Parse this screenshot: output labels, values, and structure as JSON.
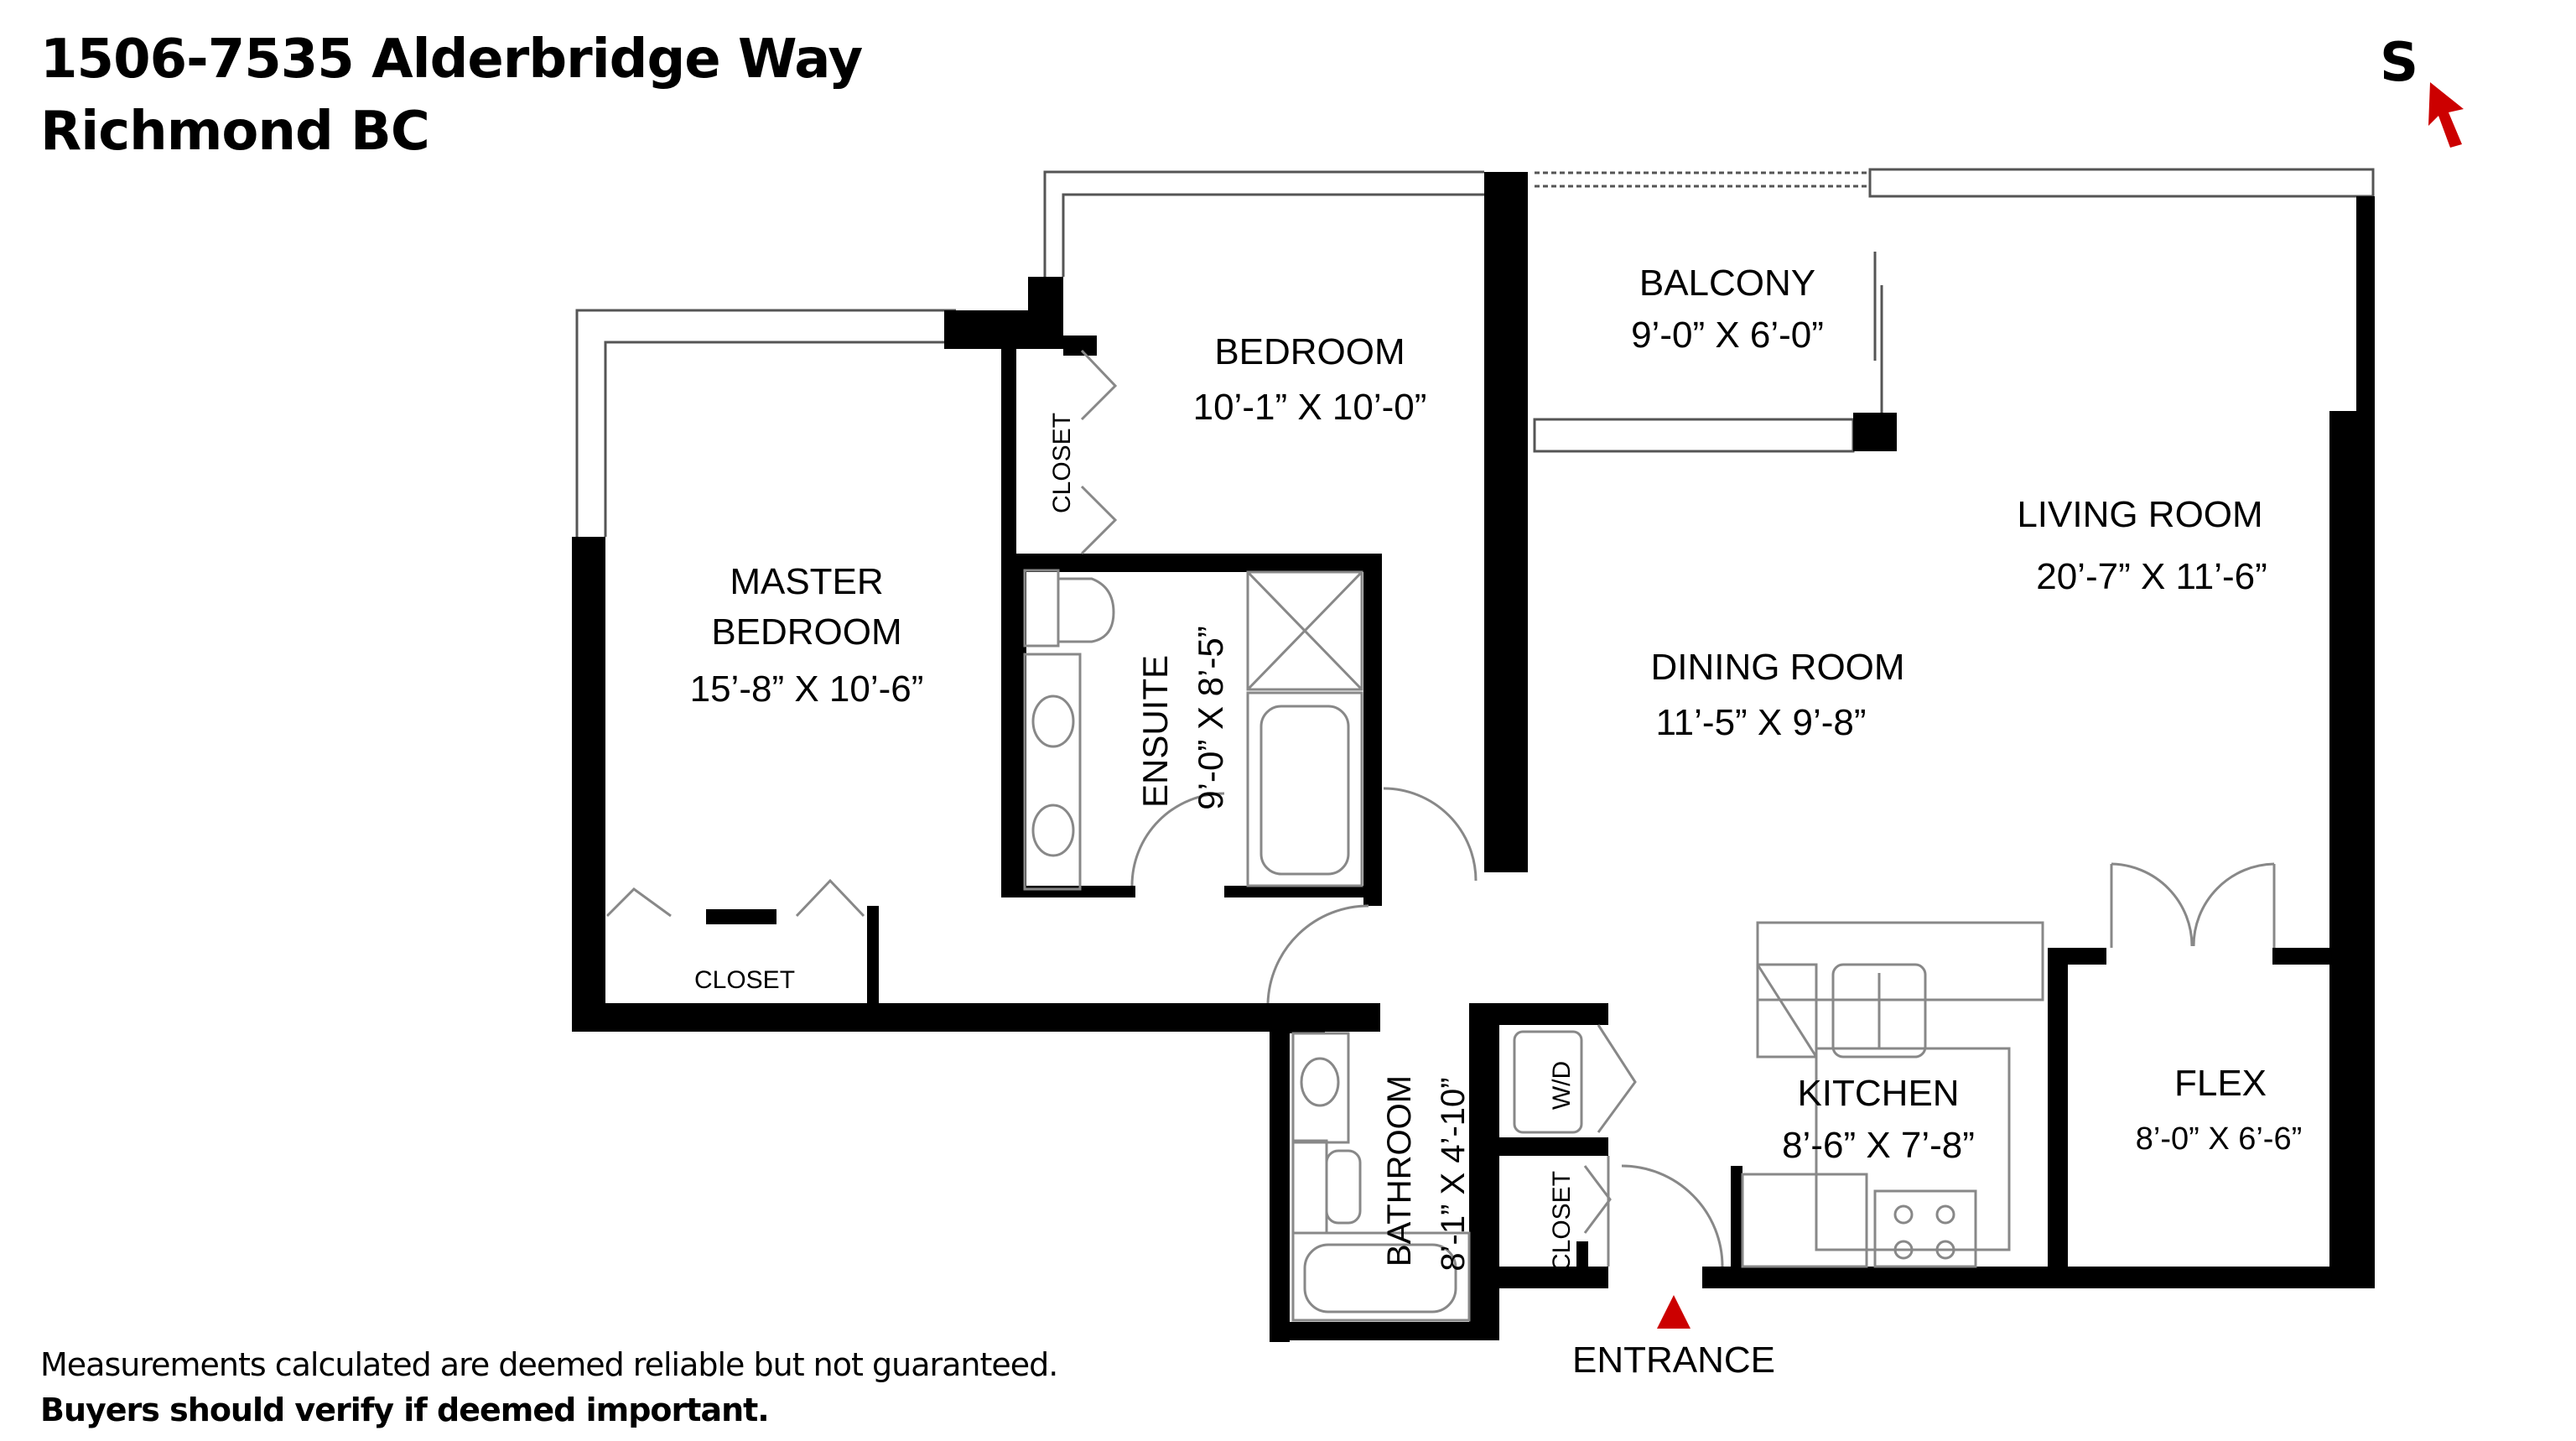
{
  "header": {
    "address_line1": "1506-7535 Alderbridge Way",
    "address_line2": "Richmond BC"
  },
  "compass": {
    "letter": "S",
    "arrow_color": "#cc0000"
  },
  "rooms": {
    "balcony": {
      "name": "BALCONY",
      "dims": "9’-0” X 6’-0”"
    },
    "bedroom": {
      "name": "BEDROOM",
      "dims": "10’-1” X 10’-0”"
    },
    "bedroom_closet": {
      "name": "CLOSET"
    },
    "master_bedroom": {
      "name_line1": "MASTER",
      "name_line2": "BEDROOM",
      "dims": "15’-8” X 10’-6”"
    },
    "master_closet": {
      "name": "CLOSET"
    },
    "ensuite": {
      "name": "ENSUITE",
      "dims": "9’-0” X 8’-5”"
    },
    "living_room": {
      "name": "LIVING ROOM",
      "dims": "20’-7” X 11’-6”"
    },
    "dining_room": {
      "name": "DINING ROOM",
      "dims": "11’-5” X 9’-8”"
    },
    "kitchen": {
      "name": "KITCHEN",
      "dims": "8’-6” X 7’-8”"
    },
    "flex": {
      "name": "FLEX",
      "dims": "8’-0” X 6’-6”"
    },
    "bathroom": {
      "name": "BATHROOM",
      "dims": "8’-1” X 4’-10”"
    },
    "laundry": {
      "name": "W/D"
    },
    "entry_closet": {
      "name": "CLOSET"
    }
  },
  "entrance": {
    "label": "ENTRANCE",
    "marker_color": "#cc0000"
  },
  "footer": {
    "disclaimer_line1": "Measurements calculated are deemed reliable but not guaranteed.",
    "disclaimer_line2": "Buyers should verify if deemed important."
  }
}
